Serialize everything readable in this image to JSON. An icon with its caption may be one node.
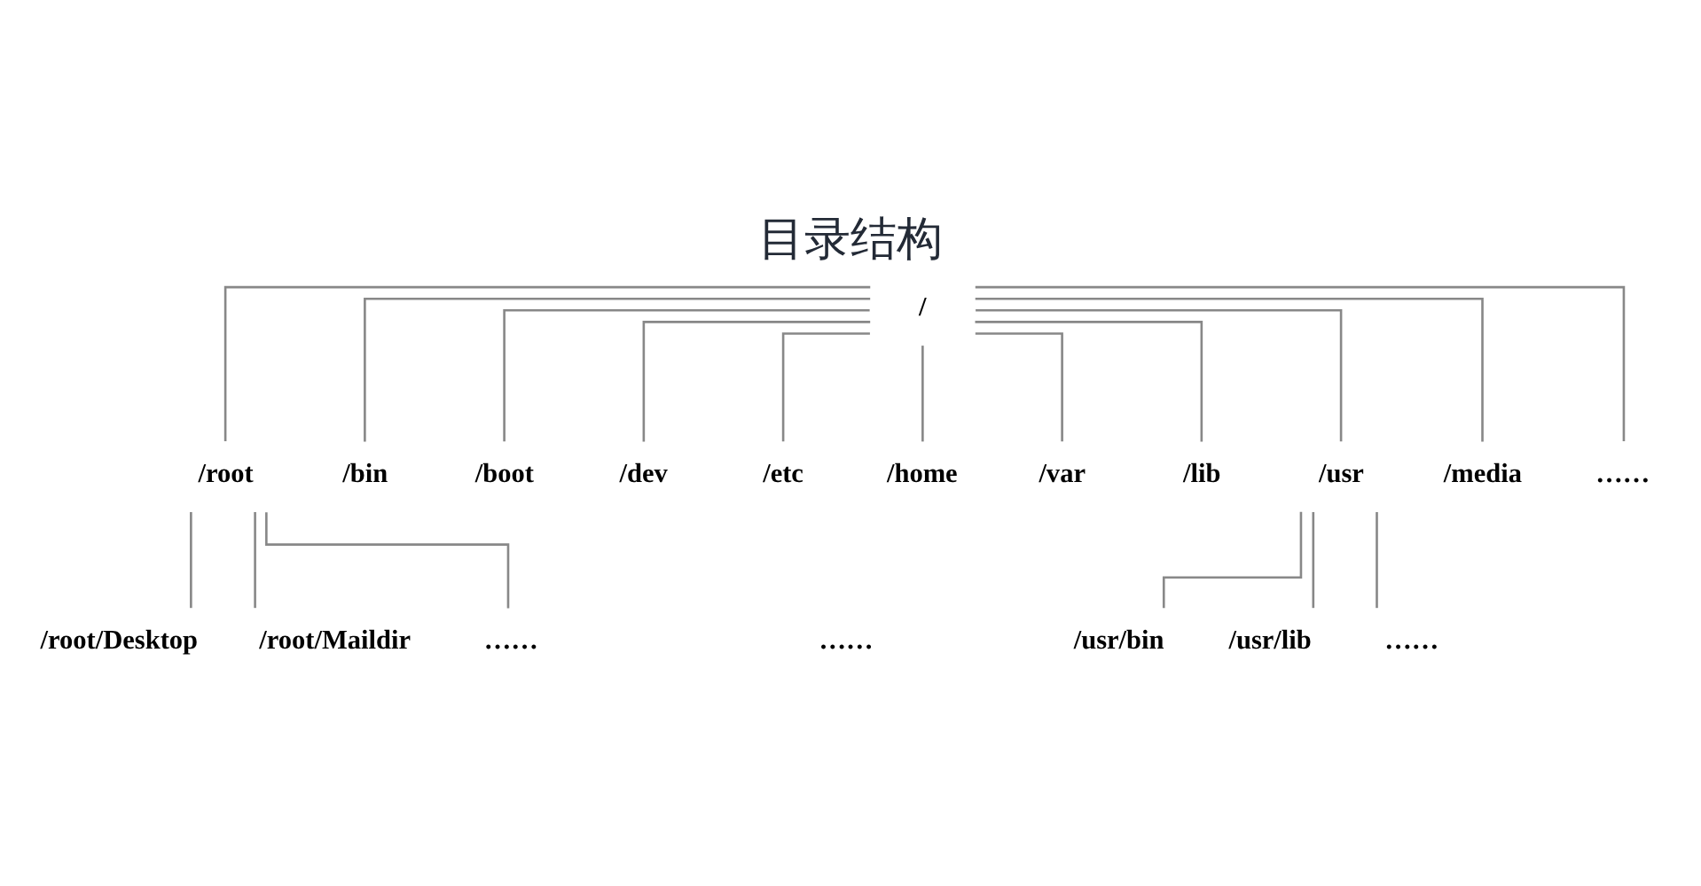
{
  "diagram": {
    "title": "目录结构",
    "nodes": [
      {
        "text": [
          "/"
        ]
      },
      {
        "text": [
          "/root"
        ]
      },
      {
        "text": [
          "/bin"
        ]
      },
      {
        "text": [
          "/boot"
        ]
      },
      {
        "text": [
          "/dev"
        ]
      },
      {
        "text": [
          "/etc"
        ]
      },
      {
        "text": [
          "/home"
        ]
      },
      {
        "text": [
          "/var"
        ]
      },
      {
        "text": [
          "/lib"
        ]
      },
      {
        "text": [
          "/usr"
        ]
      },
      {
        "text": [
          "/media"
        ]
      },
      {
        "text": [
          "……"
        ]
      },
      {
        "text": [
          "/root/Desktop"
        ]
      },
      {
        "text": [
          "/root/Maildir"
        ]
      },
      {
        "text": [
          "……"
        ]
      },
      {
        "text": [
          "/usr/bin"
        ]
      },
      {
        "text": [
          "/usr/lib"
        ]
      },
      {
        "text": [
          "……"
        ]
      }
    ],
    "edges": [
      {
        "from": 0,
        "to": 1,
        "arrow": "none"
      },
      {
        "from": 0,
        "to": 2,
        "arrow": "none"
      },
      {
        "from": 0,
        "to": 3,
        "arrow": "none"
      },
      {
        "from": 0,
        "to": 4,
        "arrow": "none"
      },
      {
        "from": 0,
        "to": 5,
        "arrow": "none"
      },
      {
        "from": 0,
        "to": 6,
        "arrow": "none"
      },
      {
        "from": 0,
        "to": 7,
        "arrow": "none"
      },
      {
        "from": 0,
        "to": 8,
        "arrow": "none"
      },
      {
        "from": 0,
        "to": 9,
        "arrow": "none"
      },
      {
        "from": 0,
        "to": 10,
        "arrow": "none"
      },
      {
        "from": 0,
        "to": 11,
        "arrow": "none"
      },
      {
        "from": 1,
        "to": 12,
        "arrow": "none"
      },
      {
        "from": 1,
        "to": 13,
        "arrow": "none"
      },
      {
        "from": 1,
        "to": 14,
        "arrow": "none"
      },
      {
        "from": 9,
        "to": 15,
        "arrow": "none"
      },
      {
        "from": 9,
        "to": 16,
        "arrow": "none"
      },
      {
        "from": 9,
        "to": 17,
        "arrow": "none"
      }
    ],
    "labels": [
      "……"
    ]
  }
}
